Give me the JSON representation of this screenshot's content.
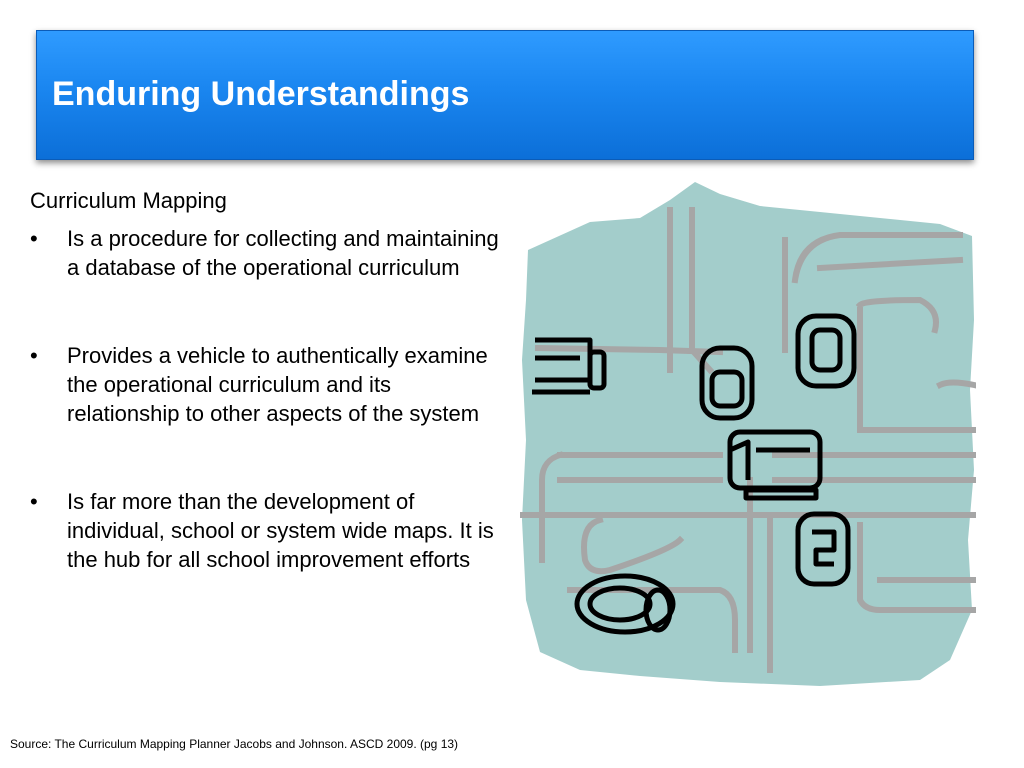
{
  "slide": {
    "title": "Enduring Understandings",
    "subheading": "Curriculum Mapping",
    "bullet_symbol": "•",
    "bullets": [
      "Is a procedure for collecting and maintaining a database of the operational curriculum",
      "Provides a vehicle to authentically examine the operational curriculum and its relationship to other aspects of the system",
      "Is far more than the development of individual, school or system wide maps. It is the hub for all school improvement efforts"
    ],
    "source": "Source: The Curriculum Mapping Planner Jacobs and Johnson. ASCD 2009. (pg 13)"
  },
  "colors": {
    "title_bar": "#1a86f0",
    "title_text": "#ffffff",
    "map_water": "#a3cdcb",
    "road": "#a6a6a6",
    "vehicle_outline": "#000000"
  },
  "illustration": {
    "icon": "traffic-intersection-clipart"
  }
}
